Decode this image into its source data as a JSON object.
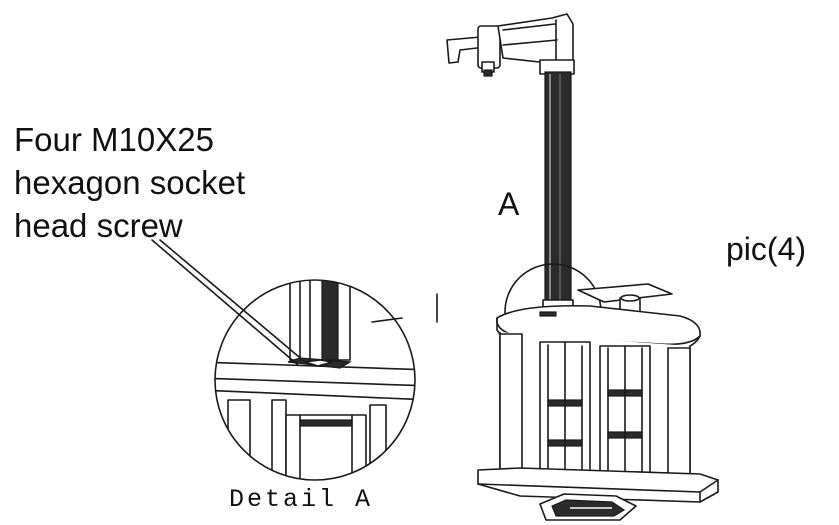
{
  "callout_label": "Four M10X25\nhexagon socket\nhead screw",
  "detail_view_label": "A",
  "figure_label": "pic(4)",
  "detail_caption": "Detail A"
}
